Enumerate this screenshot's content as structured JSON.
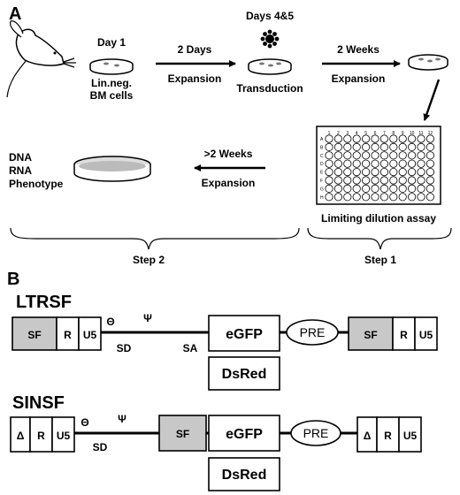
{
  "panel_a": {
    "label": "A",
    "day1": "Day 1",
    "source_line1": "Lin.neg.",
    "source_line2": "BM cells",
    "step_2days_top": "2 Days",
    "step_2days_bottom": "Expansion",
    "days45": "Days 4&5",
    "transduction": "Transduction",
    "step_2weeks_top": "2 Weeks",
    "step_2weeks_bottom": "Expansion",
    "plate_caption": "Limiting dilution assay",
    "step_gt2_top": ">2 Weeks",
    "step_gt2_bottom": "Expansion",
    "readout_line1": "DNA",
    "readout_line2": "RNA",
    "readout_line3": "Phenotype",
    "step2_label": "Step 2",
    "step1_label": "Step 1",
    "plate_rows": [
      "A",
      "B",
      "C",
      "D",
      "E",
      "F",
      "G",
      "H"
    ],
    "plate_cols": [
      "1",
      "2",
      "3",
      "4",
      "5",
      "6",
      "7",
      "8",
      "9",
      "10",
      "11",
      "12"
    ]
  },
  "panel_b": {
    "label": "B",
    "ltrsf": {
      "name": "LTRSF",
      "sf_left": "SF",
      "r_left": "R",
      "u5_left": "U5",
      "theta": "Θ",
      "psi": "Ψ",
      "sd": "SD",
      "sa": "SA",
      "egfp": "eGFP",
      "dsred": "DsRed",
      "pre": "PRE",
      "sf_right": "SF",
      "r_right": "R",
      "u5_right": "U5"
    },
    "sinsf": {
      "name": "SINSF",
      "delta_left": "Δ",
      "r_left": "R",
      "u5_left": "U5",
      "theta": "Θ",
      "psi": "Ψ",
      "sd": "SD",
      "sf": "SF",
      "egfp": "eGFP",
      "dsred": "DsRed",
      "pre": "PRE",
      "delta_right": "Δ",
      "r_right": "R",
      "u5_right": "U5"
    },
    "colors": {
      "promoter_fill": "#c8c8c8"
    }
  }
}
